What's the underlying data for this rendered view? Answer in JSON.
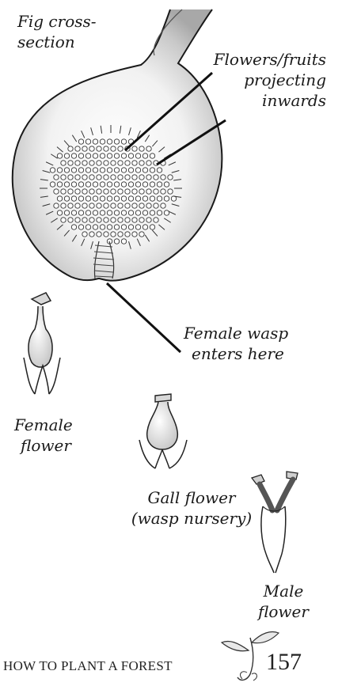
{
  "labels": {
    "fig_cross_section": [
      "Fig cross-",
      "section"
    ],
    "flowers_fruits": [
      "Flowers/fruits",
      "projecting",
      "inwards"
    ],
    "female_wasp": [
      "Female wasp",
      "enters here"
    ],
    "female_flower": [
      "Female",
      "flower"
    ],
    "gall_flower": [
      "Gall flower",
      "(wasp nursery)"
    ],
    "male_flower": [
      "Male",
      "flower"
    ]
  },
  "footer": {
    "book_title": "HOW TO PLANT A FOREST",
    "page_number": "157"
  },
  "colors": {
    "ink": "#1a1a1a",
    "shade": "#9a9a9a",
    "background": "#ffffff"
  }
}
